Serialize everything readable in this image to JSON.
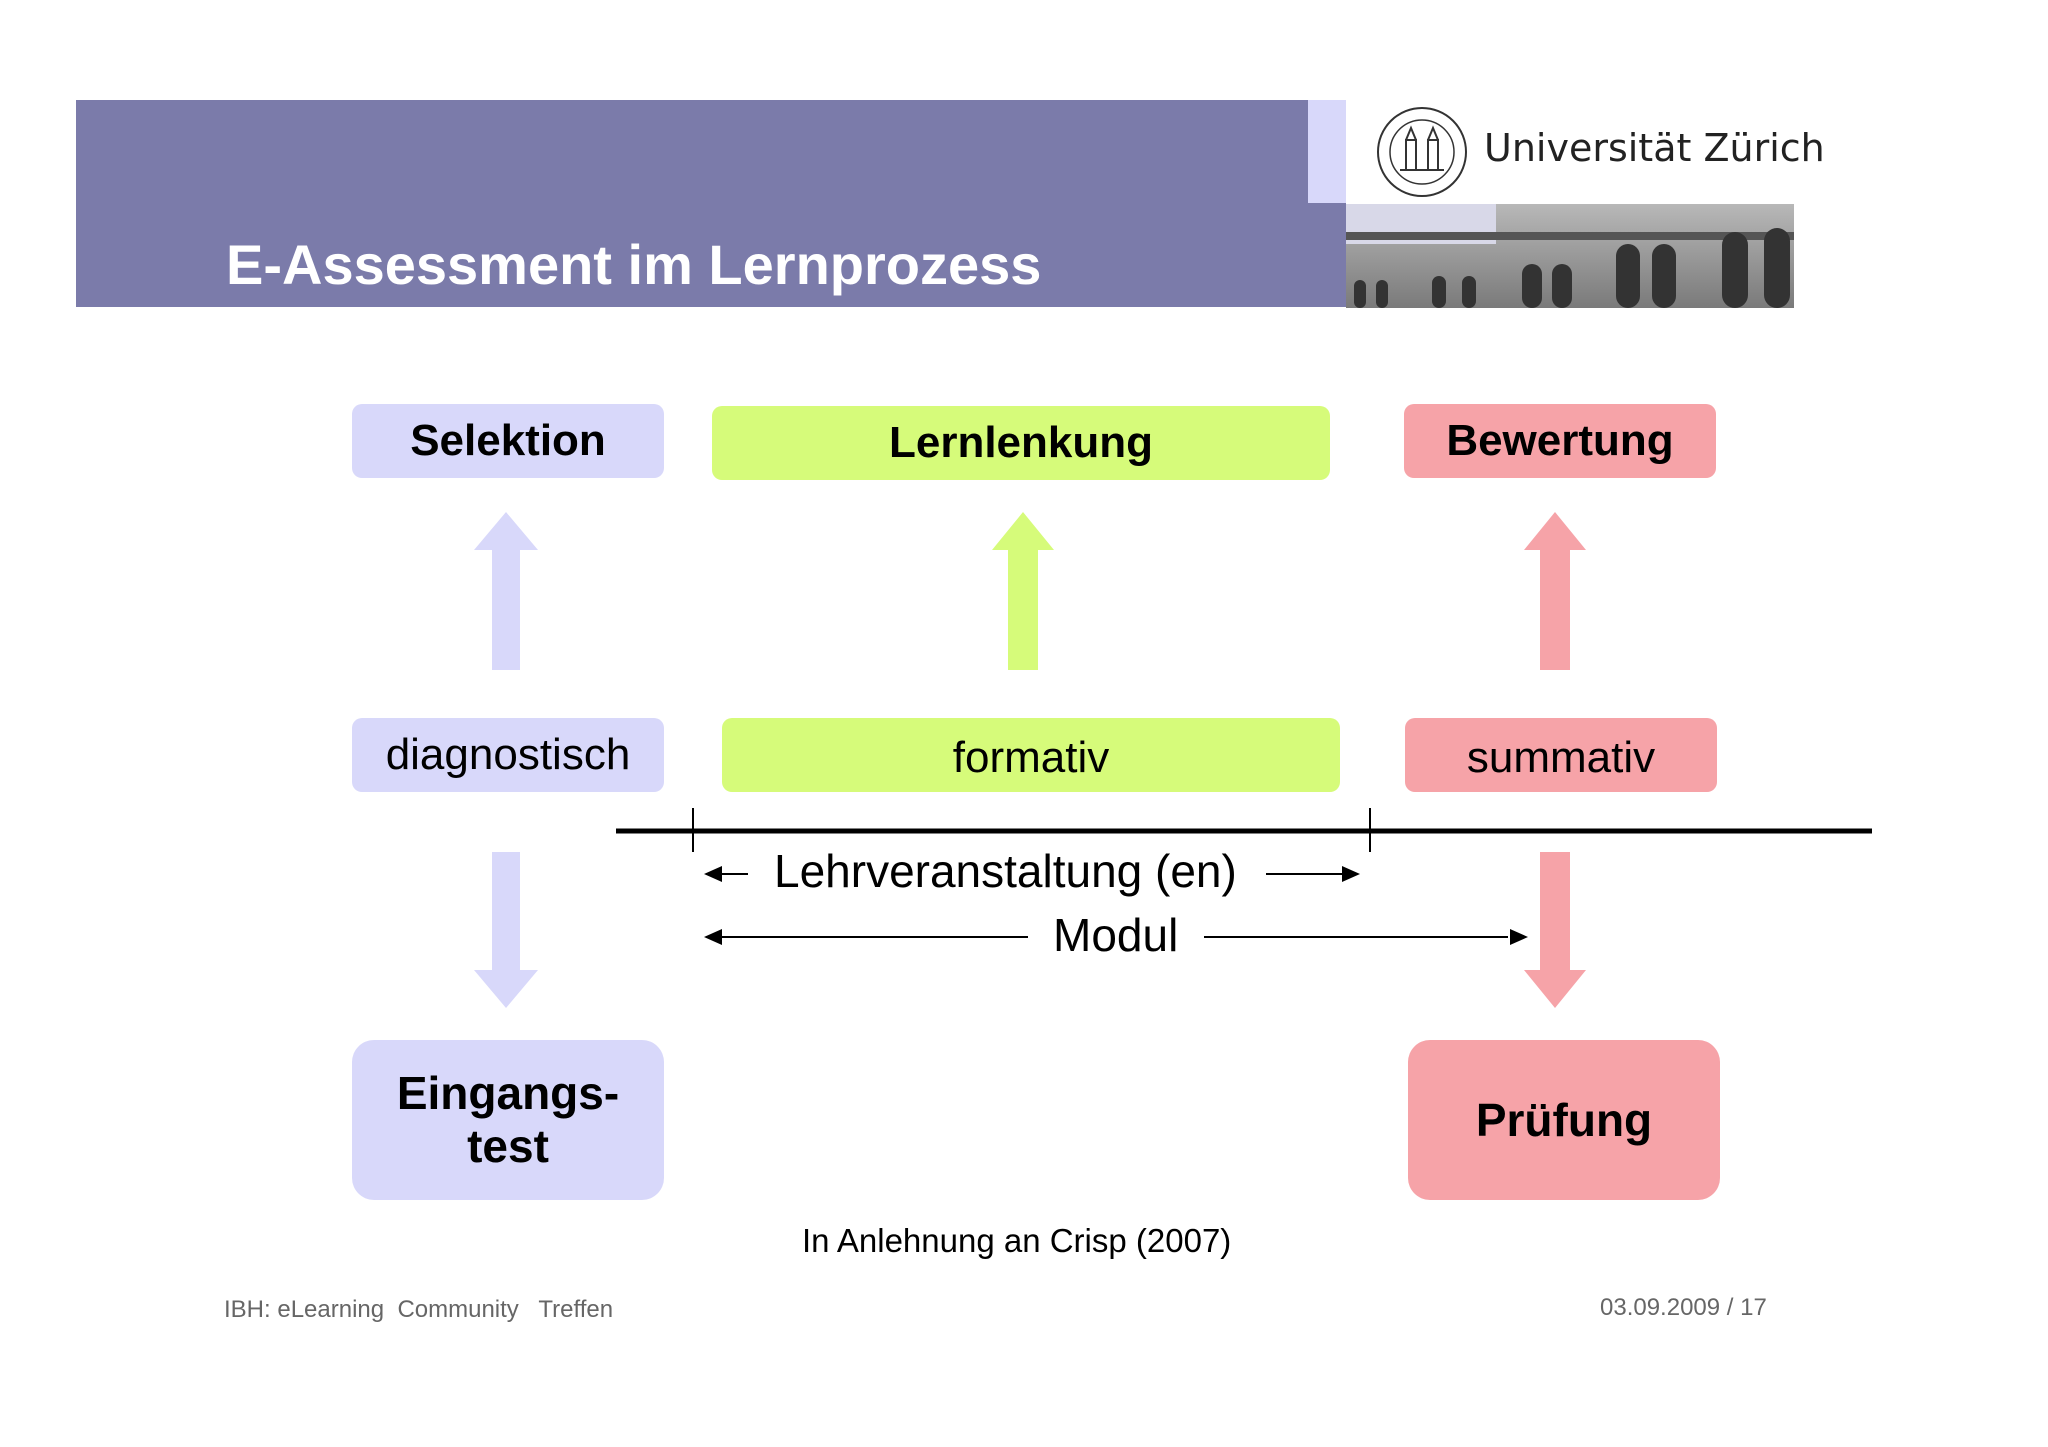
{
  "header": {
    "title": "E-Assessment im Lernprozess",
    "institution": "Universität Zürich",
    "band_color": "#7b7baa"
  },
  "diagram": {
    "top_row": {
      "left": "Selektion",
      "center": "Lernlenkung",
      "right": "Bewertung"
    },
    "middle_row": {
      "left": "diagnostisch",
      "center": "formativ",
      "right": "summativ"
    },
    "bottom_row": {
      "left_line1": "Eingangs-",
      "left_line2": "test",
      "right": "Prüfung"
    },
    "timeline": {
      "course_label": "Lehrveranstaltung (en)",
      "module_label": "Modul"
    },
    "colors": {
      "diagnostic": "#d8d8fa",
      "formative": "#d6fb7a",
      "summative": "#f6a3a8"
    }
  },
  "source": "In Anlehnung an Crisp (2007)",
  "footer": {
    "left": "IBH: eLearning  Community   Treffen",
    "right": "03.09.2009  /  17"
  }
}
